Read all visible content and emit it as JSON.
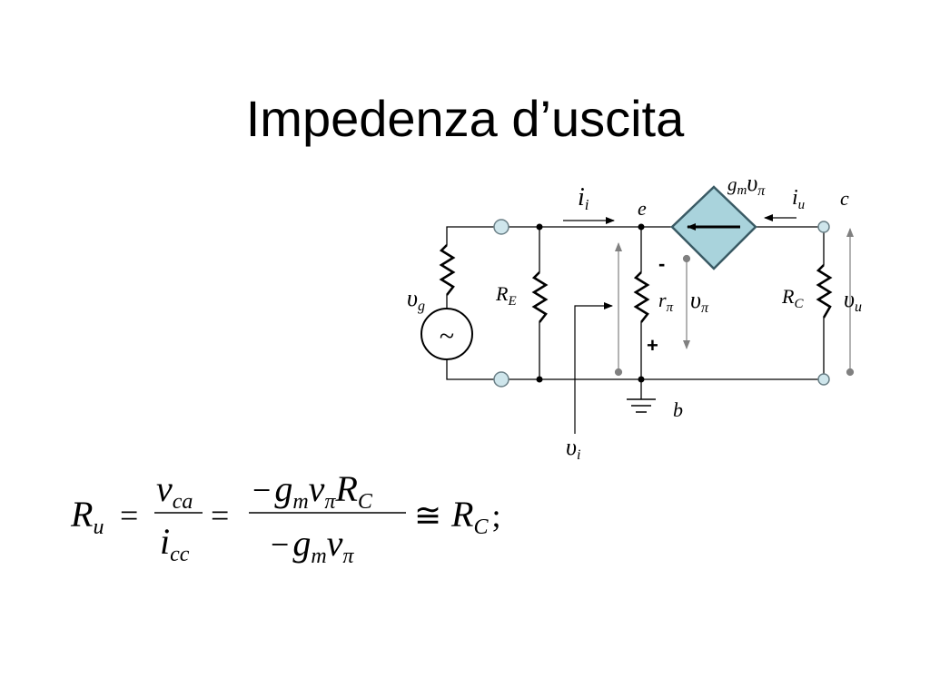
{
  "slide": {
    "title": "Impedenza d’uscita"
  },
  "circuit": {
    "labels": {
      "ii_main": "i",
      "ii_sub": "i",
      "e": "e",
      "gm_g": "g",
      "gm_m": "m",
      "gm_v": "υ",
      "gm_pi": "π",
      "iu_main": "i",
      "iu_sub": "u",
      "c": "c",
      "vg_main": "υ",
      "vg_sub": "g",
      "re_main": "R",
      "re_sub": "E",
      "minus": "-",
      "rpi_main": "r",
      "rpi_sub": "π",
      "vpi_main": "υ",
      "vpi_sub": "π",
      "plus": "+",
      "rc_main": "R",
      "rc_sub": "C",
      "vu_main": "υ",
      "vu_sub": "u",
      "b": "b",
      "vi_main": "υ",
      "vi_sub": "i",
      "source_symbol": "~"
    },
    "colors": {
      "wire": "#000000",
      "terminal_fill": "#cfe6ec",
      "terminal_stroke": "#6a7f86",
      "controlled_source_fill": "#a9d3dc",
      "controlled_source_stroke": "#3a5a64",
      "arrow_gray": "#808080"
    }
  },
  "formula": {
    "lhs_main": "R",
    "lhs_sub": "u",
    "eq1": "=",
    "f1_num_main": "v",
    "f1_num_sub": "ca",
    "f1_den_main": "i",
    "f1_den_sub": "cc",
    "eq2": "=",
    "f2_num_minus": "−",
    "f2_num_g": "g",
    "f2_num_m": "m",
    "f2_num_v": "v",
    "f2_num_pi": "π",
    "f2_num_R": "R",
    "f2_num_C": "C",
    "f2_den_minus": "−",
    "f2_den_g": "g",
    "f2_den_m": "m",
    "f2_den_v": "v",
    "f2_den_pi": "π",
    "approx": "≅",
    "rhs_main": "R",
    "rhs_sub": "C",
    "semicolon": ";"
  }
}
